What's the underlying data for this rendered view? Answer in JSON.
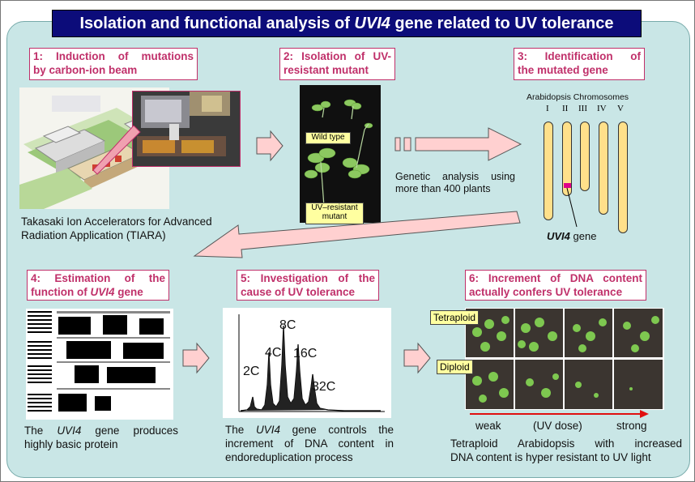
{
  "title": {
    "prefix": "Isolation and functional analysis of ",
    "gene": "UVI4",
    "suffix": " gene related to UV tolerance"
  },
  "step1": {
    "line1": "1: Induction of mutations",
    "line2": "by carbon-ion beam",
    "caption_line1": "Takasaki Ion Accelerators for Advanced",
    "caption_line2": "Radiation Application (TIARA)"
  },
  "step2": {
    "line1": "2: Isolation of UV-",
    "line2": "resistant mutant",
    "wild_label": "Wild type",
    "mutant_label_line1": "UV–resistant",
    "mutant_label_line2": "mutant",
    "genetic_line1": "Genetic analysis using",
    "genetic_line2": "more than 400 plants"
  },
  "step3": {
    "line1": "3: Identification of",
    "line2": "the mutated gene",
    "chromosomes_title": "Arabidopsis Chromosomes",
    "roman": [
      "I",
      "II",
      "III",
      "IV",
      "V"
    ],
    "gene_name": "UVI4",
    "gene_suffix": " gene"
  },
  "step4": {
    "line1": "4: Estimation of the",
    "line2_prefix": "function of ",
    "line2_gene": "UVI4",
    "line2_suffix": " gene",
    "caption_line1_prefix": "The ",
    "caption_line1_gene": "UVI4",
    "caption_line1_suffix": " gene produces",
    "caption_line2": "highly basic protein"
  },
  "step5": {
    "line1": "5: Investigation of the",
    "line2": "cause of UV tolerance",
    "peaks": [
      "2C",
      "4C",
      "8C",
      "16C",
      "32C"
    ],
    "caption_line1_prefix": "The ",
    "caption_line1_gene": "UVI4",
    "caption_line1_suffix": " gene controls the",
    "caption_line2": "increment of DNA content in",
    "caption_line3": "endoreduplication process"
  },
  "step6": {
    "line1": "6: Increment of DNA content",
    "line2": "actually confers UV tolerance",
    "tetraploid_label": "Tetraploid",
    "diploid_label": "Diploid",
    "weak": "weak",
    "uv_dose": "(UV dose)",
    "strong": "strong",
    "caption_line1": "Tetraploid Arabidopsis with increased",
    "caption_line2": "DNA content is hyper resistant to UV light"
  },
  "colors": {
    "title_bg": "#0c0c7a",
    "panel_bg": "#c9e6e6",
    "step_text": "#c0306a",
    "arrow_fill": "#ffd0d0",
    "chromosome": "#ffe08a",
    "gene_band": "#e0008a",
    "dose_arrow": "#e01010"
  }
}
